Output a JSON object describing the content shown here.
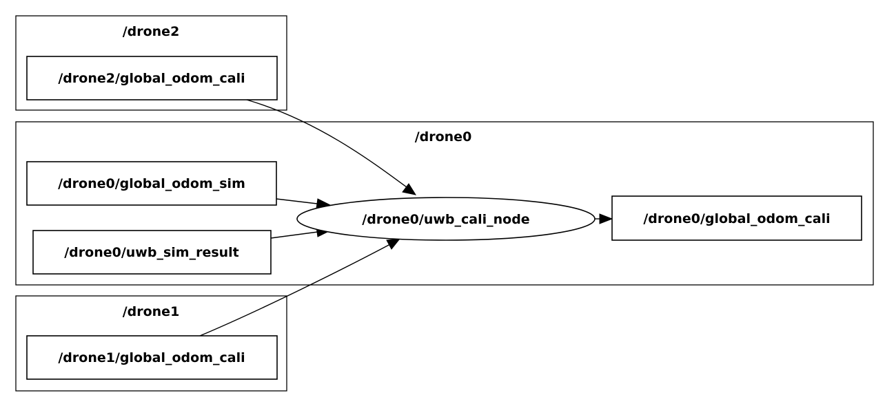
{
  "clusters": {
    "drone2": {
      "label": "/drone2"
    },
    "drone0": {
      "label": "/drone0"
    },
    "drone1": {
      "label": "/drone1"
    }
  },
  "nodes": {
    "drone2_global_odom_cali": {
      "label": "/drone2/global_odom_cali"
    },
    "drone0_global_odom_sim": {
      "label": "/drone0/global_odom_sim"
    },
    "drone0_uwb_sim_result": {
      "label": "/drone0/uwb_sim_result"
    },
    "drone0_uwb_cali_node": {
      "label": "/drone0/uwb_cali_node"
    },
    "drone0_global_odom_cali": {
      "label": "/drone0/global_odom_cali"
    },
    "drone1_global_odom_cali": {
      "label": "/drone1/global_odom_cali"
    }
  },
  "edges": [
    {
      "from": "/drone2/global_odom_cali",
      "to": "/drone0/uwb_cali_node"
    },
    {
      "from": "/drone0/global_odom_sim",
      "to": "/drone0/uwb_cali_node"
    },
    {
      "from": "/drone0/uwb_sim_result",
      "to": "/drone0/uwb_cali_node"
    },
    {
      "from": "/drone1/global_odom_cali",
      "to": "/drone0/uwb_cali_node"
    },
    {
      "from": "/drone0/uwb_cali_node",
      "to": "/drone0/global_odom_cali"
    }
  ]
}
